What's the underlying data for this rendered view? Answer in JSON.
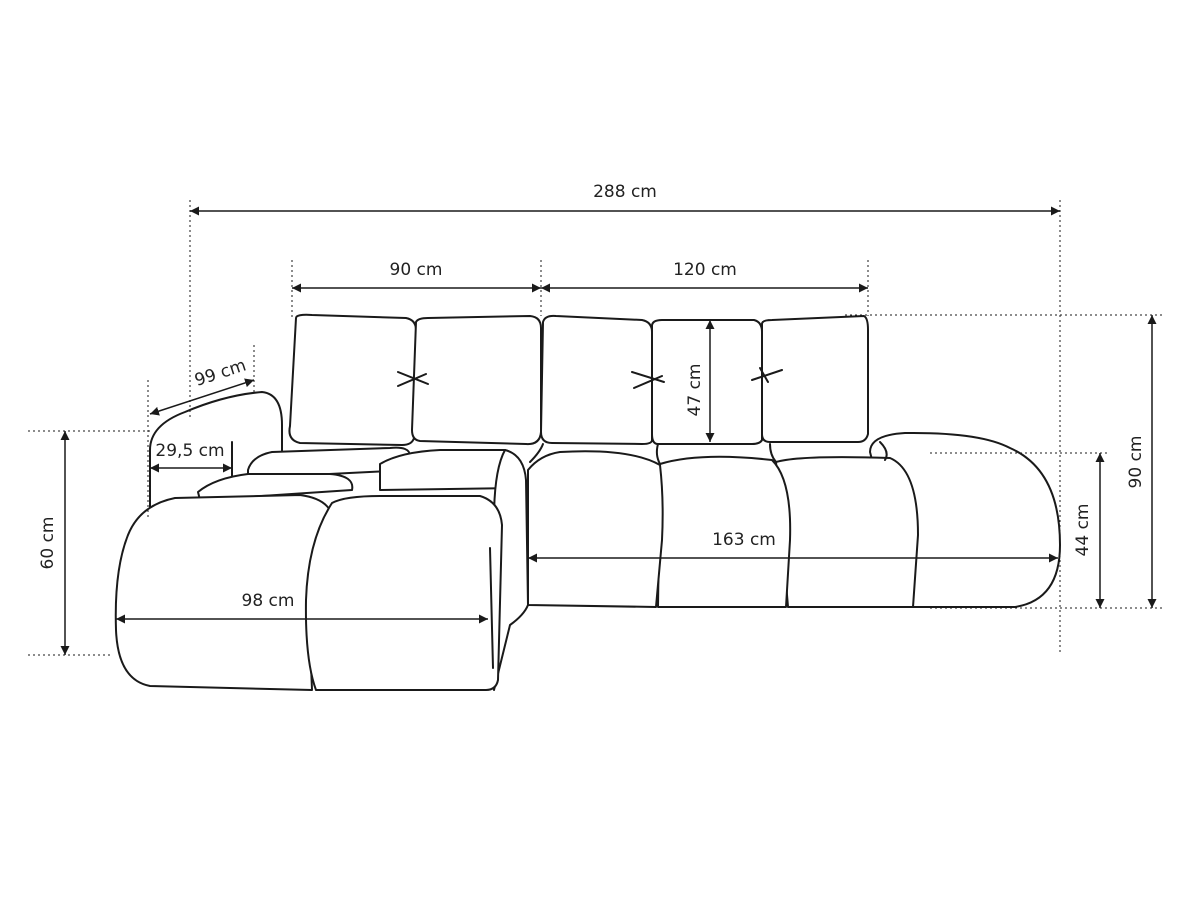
{
  "dimensions": {
    "total_width": "288 cm",
    "back_left_width": "90 cm",
    "back_right_width": "120 cm",
    "cushion_height": "47 cm",
    "total_height": "90 cm",
    "seat_height": "44 cm",
    "chaise_height": "60 cm",
    "armrest_depth": "99 cm",
    "armrest_width": "29,5 cm",
    "chaise_width": "98 cm",
    "seat_width": "163 cm"
  },
  "colors": {
    "line": "#1a1a1a",
    "text": "#222222",
    "background": "#ffffff"
  }
}
